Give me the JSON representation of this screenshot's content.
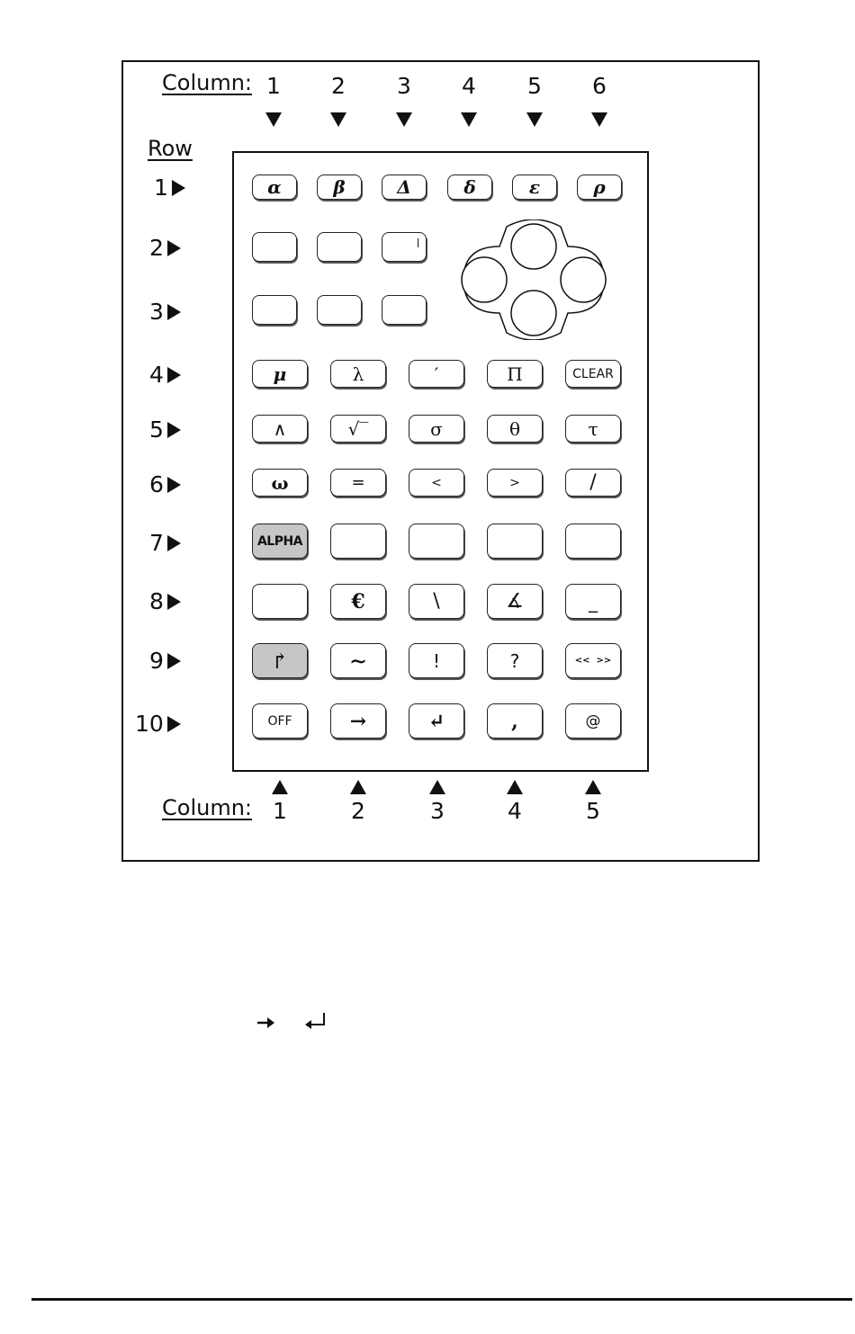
{
  "header": {
    "column_title": "Column:",
    "row_title": "Row",
    "top_columns": [
      "1",
      "2",
      "3",
      "4",
      "5",
      "6"
    ]
  },
  "rows": [
    "1",
    "2",
    "3",
    "4",
    "5",
    "6",
    "7",
    "8",
    "9",
    "10"
  ],
  "footer": {
    "column_title": "Column:",
    "bottom_columns": [
      "1",
      "2",
      "3",
      "4",
      "5"
    ]
  },
  "keys": {
    "r1": [
      "α",
      "β",
      "Δ",
      "δ",
      "ε",
      "ρ"
    ],
    "r4": [
      "μ",
      "λ",
      "′",
      "Π",
      "CLEAR"
    ],
    "r5": [
      "∧",
      "√‾",
      "σ",
      "θ",
      "τ"
    ],
    "r6": [
      "ω",
      "=",
      "<",
      ">",
      "/"
    ],
    "r7": [
      "ALPHA",
      "",
      "",
      "",
      ""
    ],
    "r8": [
      "",
      "€",
      "\\",
      "∡",
      "_"
    ],
    "r9": [
      "↱",
      "∼",
      "!",
      "?",
      "<<  >>"
    ],
    "r10": [
      "OFF",
      "→",
      "↵",
      ",",
      "@"
    ]
  },
  "colors": {
    "shaded_key": "#c6c6c6",
    "ink": "#111111"
  }
}
